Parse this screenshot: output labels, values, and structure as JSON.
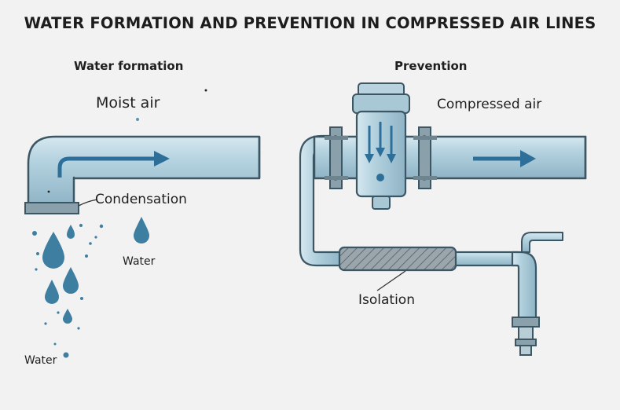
{
  "title": "WATER FORMATION AND PREVENTION IN COMPRESSED AIR LINES",
  "left": {
    "heading": "Water formation",
    "moist_air": "Moist air",
    "condensation": "Condensation",
    "water_1": "Water",
    "water_2": "Water"
  },
  "right": {
    "heading": "Prevention",
    "compressed_air": "Compressed air",
    "isolation": "Isolation"
  },
  "colors": {
    "pipe_fill": "#a8c9d8",
    "pipe_stroke": "#3d5663",
    "arrow": "#2e6f99",
    "droplet": "#3d7ea1",
    "background": "#f2f2f2"
  }
}
